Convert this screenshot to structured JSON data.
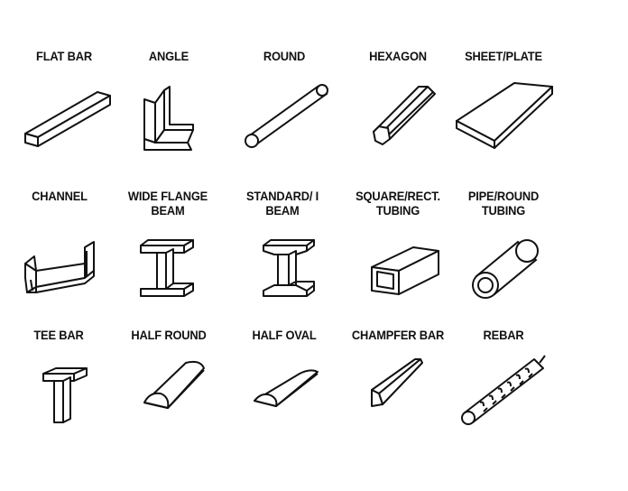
{
  "items": [
    {
      "id": "flat-bar",
      "label": [
        "FLAT BAR"
      ],
      "icon": "flat-bar-icon"
    },
    {
      "id": "angle",
      "label": [
        "ANGLE"
      ],
      "icon": "angle-icon"
    },
    {
      "id": "round",
      "label": [
        "ROUND"
      ],
      "icon": "round-bar-icon"
    },
    {
      "id": "hexagon",
      "label": [
        "HEXAGON"
      ],
      "icon": "hexagon-bar-icon"
    },
    {
      "id": "sheet-plate",
      "label": [
        "SHEET/PLATE"
      ],
      "icon": "sheet-plate-icon"
    },
    {
      "id": "channel",
      "label": [
        "CHANNEL"
      ],
      "icon": "channel-icon"
    },
    {
      "id": "wide-flange-beam",
      "label": [
        "WIDE FLANGE",
        "BEAM"
      ],
      "icon": "wide-flange-beam-icon"
    },
    {
      "id": "standard-i-beam",
      "label": [
        "STANDARD/ I",
        "BEAM"
      ],
      "icon": "i-beam-icon"
    },
    {
      "id": "square-rect-tubing",
      "label": [
        "SQUARE/RECT.",
        "TUBING"
      ],
      "icon": "square-tube-icon"
    },
    {
      "id": "pipe-round-tubing",
      "label": [
        "PIPE/ROUND",
        "TUBING"
      ],
      "icon": "pipe-icon"
    },
    {
      "id": "tee-bar",
      "label": [
        "TEE BAR"
      ],
      "icon": "tee-bar-icon"
    },
    {
      "id": "half-round",
      "label": [
        "HALF ROUND"
      ],
      "icon": "half-round-icon"
    },
    {
      "id": "half-oval",
      "label": [
        "HALF OVAL"
      ],
      "icon": "half-oval-icon"
    },
    {
      "id": "champfer-bar",
      "label": [
        "CHAMPFER BAR"
      ],
      "icon": "chamfer-bar-icon"
    },
    {
      "id": "rebar",
      "label": [
        "REBAR"
      ],
      "icon": "rebar-icon"
    }
  ]
}
